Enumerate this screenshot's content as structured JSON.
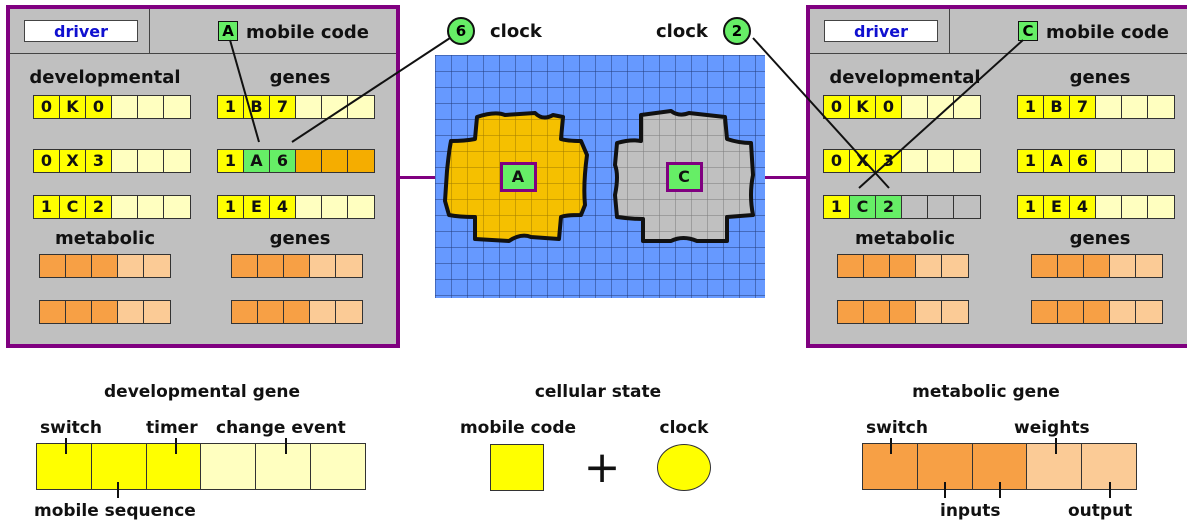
{
  "left_panel": {
    "driver": "driver",
    "badge": "A",
    "mobile_code": "mobile code",
    "developmental": "developmental",
    "genes1": "genes",
    "metabolic": "metabolic",
    "genes2": "genes",
    "dev_rows": [
      [
        "0",
        "K",
        "0"
      ],
      [
        "0",
        "X",
        "3"
      ],
      [
        "1",
        "C",
        "2"
      ]
    ],
    "gene_rows": [
      [
        "1",
        "B",
        "7"
      ],
      [
        "1",
        "A",
        "6"
      ],
      [
        "1",
        "E",
        "4"
      ]
    ]
  },
  "right_panel": {
    "driver": "driver",
    "badge": "C",
    "mobile_code": "mobile code",
    "developmental": "developmental",
    "genes1": "genes",
    "metabolic": "metabolic",
    "genes2": "genes",
    "dev_rows": [
      [
        "0",
        "K",
        "0"
      ],
      [
        "0",
        "X",
        "3"
      ],
      [
        "1",
        "C",
        "2"
      ]
    ],
    "gene_rows": [
      [
        "1",
        "B",
        "7"
      ],
      [
        "1",
        "A",
        "6"
      ],
      [
        "1",
        "E",
        "4"
      ]
    ]
  },
  "clock_left": {
    "value": "6",
    "label": "clock"
  },
  "clock_right": {
    "value": "2",
    "label": "clock"
  },
  "cells": {
    "left_code": "A",
    "right_code": "C"
  },
  "legend": {
    "dev_title": "developmental gene",
    "switch": "switch",
    "timer": "timer",
    "change_event": "change event",
    "mobile_sequence": "mobile sequence",
    "state_title": "cellular state",
    "mobile_code": "mobile code",
    "clock": "clock",
    "plus": "+",
    "met_title": "metabolic gene",
    "met_switch": "switch",
    "weights": "weights",
    "inputs": "inputs",
    "output": "output"
  },
  "colors": {
    "panel_border": "#800080",
    "panel_fill": "#c0c0c0",
    "grid_fill": "#6699ff",
    "cell_orange": "#f5c000",
    "cell_gray": "#c0c0c0",
    "mobile_code": "#66ee66",
    "developmental": "#ffff00",
    "metabolic": "#f7a045"
  }
}
